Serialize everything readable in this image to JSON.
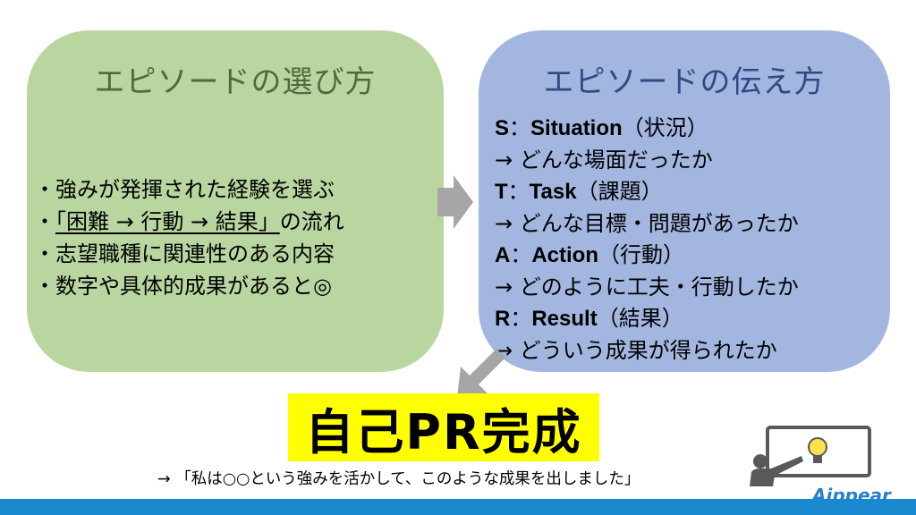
{
  "left_box": {
    "title": "エピソードの選び方",
    "items": [
      "・強みが発揮された経験を選ぶ",
      "・",
      "「困難 → 行動 → 結果」",
      "の流れ",
      "・志望職種に関連性のある内容",
      "・数字や具体的成果があると◎"
    ]
  },
  "right_box": {
    "title": "エピソードの伝え方",
    "lines": [
      {
        "key": "S",
        "word": "Situation",
        "note": "（状況）"
      },
      {
        "text": "→ どんな場面だったか"
      },
      {
        "key": "T",
        "word": "Task",
        "note": "（課題）"
      },
      {
        "text": "→ どんな目標・問題があったか"
      },
      {
        "key": "A",
        "word": "Action",
        "note": "（行動）"
      },
      {
        "text": " → どのように工夫・行動したか"
      },
      {
        "key": "R",
        "word": "Result",
        "note": "（結果）"
      },
      {
        "text": " → どういう成果が得られたか"
      }
    ],
    "separator": "："
  },
  "result": {
    "title": "自己PR完成",
    "quote": "→ 「私は○○という強みを活かして、このような成果を出しました」"
  },
  "logo": {
    "text": "Aippear"
  },
  "colors": {
    "left_box": "#b9d6a0",
    "right_box": "#a3b6e0",
    "highlight": "#ffff00",
    "arrow": "#a6a6a6",
    "bottom_bar": "#1a89cf"
  }
}
